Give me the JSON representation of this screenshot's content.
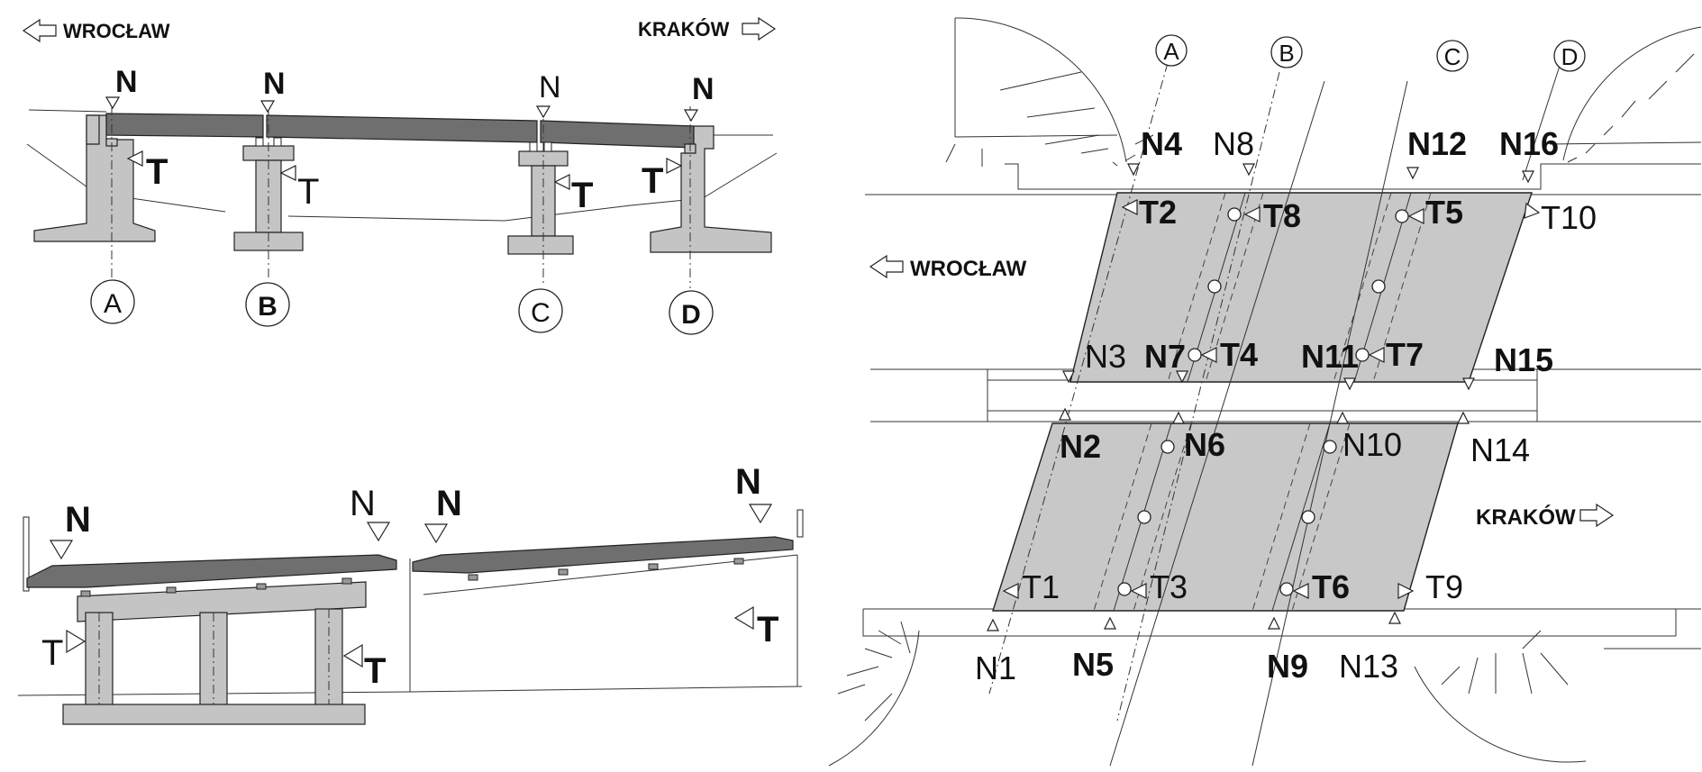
{
  "cities": {
    "left": "WROCŁAW",
    "right": "KRAKÓW"
  },
  "axes": [
    "A",
    "B",
    "C",
    "D"
  ],
  "load_labels": {
    "vertical": "N",
    "horizontal": "T"
  },
  "plan": {
    "n_points": [
      "N1",
      "N2",
      "N3",
      "N4",
      "N5",
      "N6",
      "N7",
      "N8",
      "N9",
      "N10",
      "N11",
      "N12",
      "N13",
      "N14",
      "N15",
      "N16"
    ],
    "t_points": [
      "T1",
      "T2",
      "T3",
      "T4",
      "T5",
      "T6",
      "T7",
      "T8",
      "T9",
      "T10"
    ]
  },
  "colors": {
    "deck": "#6f6f6f",
    "concrete": "#c4c4c4",
    "span_fill": "#c8c8c8",
    "line": "#222222"
  }
}
